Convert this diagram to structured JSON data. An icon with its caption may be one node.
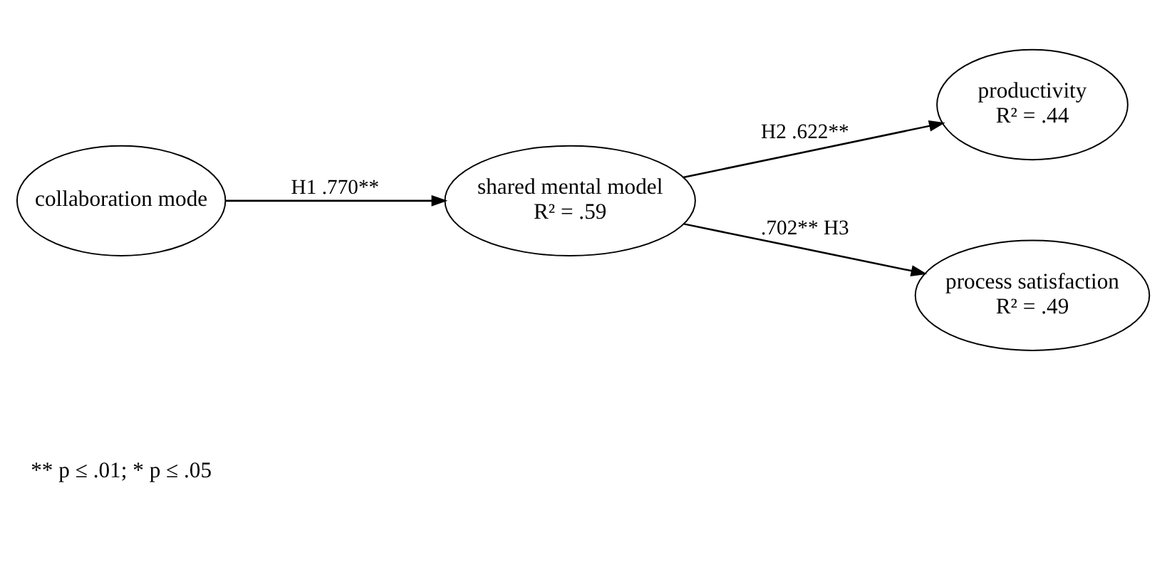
{
  "diagram": {
    "nodes": [
      {
        "text": [
          "collaboration mode"
        ]
      },
      {
        "text": [
          "shared mental model",
          "R² = .59"
        ]
      },
      {
        "text": [
          "productivity",
          "R² = .44"
        ]
      },
      {
        "text": [
          "process satisfaction",
          "R² = .49"
        ]
      }
    ],
    "edges": [
      {
        "from": 0,
        "to": 1,
        "arrow": "to",
        "label": "H1 .770**"
      },
      {
        "from": 1,
        "to": 2,
        "arrow": "to",
        "label": "H2 .622**"
      },
      {
        "from": 1,
        "to": 3,
        "arrow": "to",
        "label": ".702** H3"
      }
    ],
    "labels": [
      "** p ≤ .01; * p ≤ .05"
    ]
  }
}
